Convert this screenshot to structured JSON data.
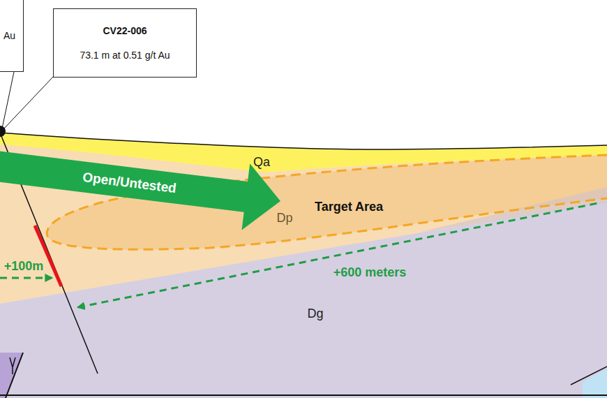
{
  "diagram": {
    "nodes": [
      {
        "text": [
          "Au"
        ]
      },
      {
        "text": [
          "CV22-006",
          "73.1 m at 0.51 g/t Au"
        ]
      }
    ],
    "labels": [
      "Qa",
      "Open/Untested",
      "Target Area",
      "Dp",
      "+100m",
      "+600 meters",
      "Dg"
    ]
  }
}
